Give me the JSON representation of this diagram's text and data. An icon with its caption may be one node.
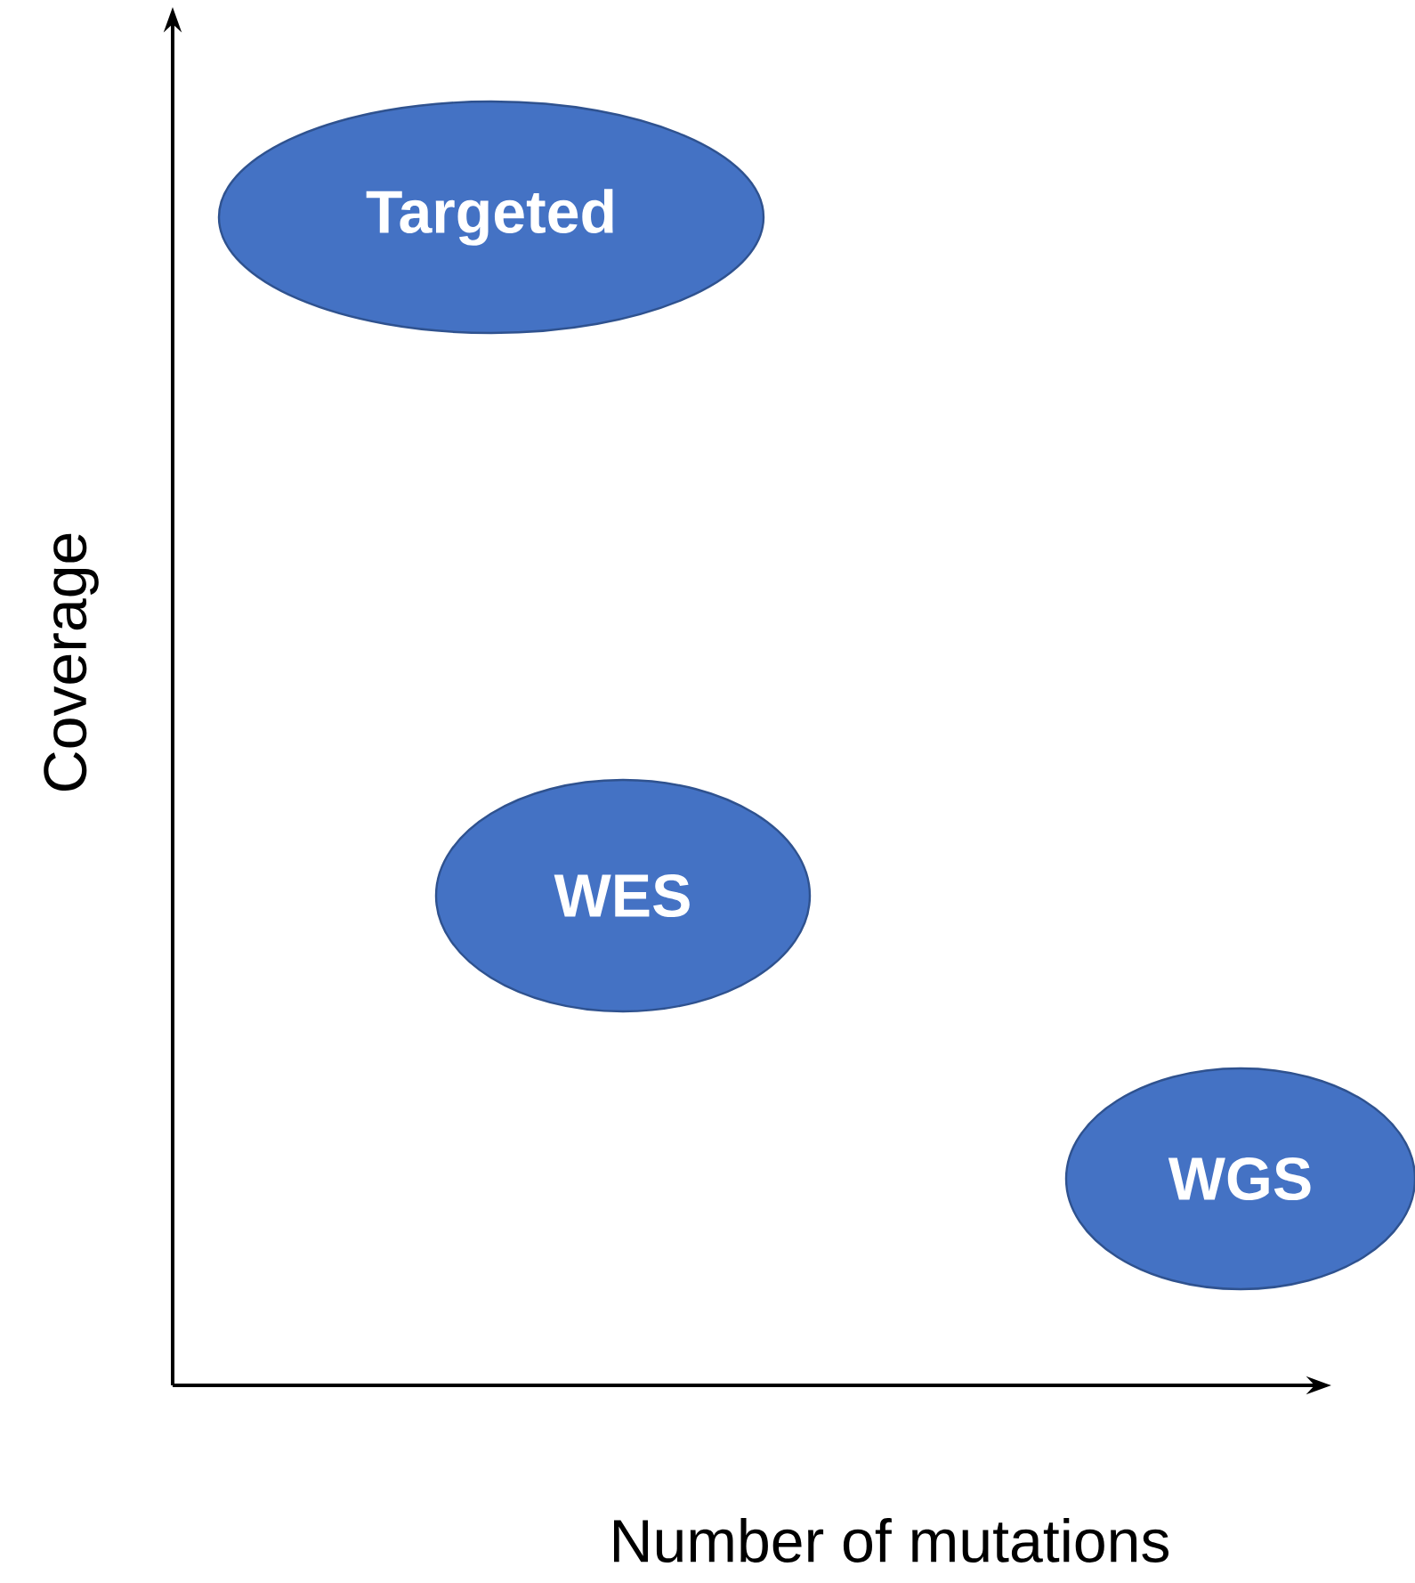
{
  "diagram": {
    "nodes": [
      {
        "text": [
          "Targeted"
        ]
      },
      {
        "text": [
          "WES"
        ]
      },
      {
        "text": [
          "WGS"
        ]
      }
    ],
    "labels": [
      "Coverage",
      "Number of mutations"
    ]
  }
}
